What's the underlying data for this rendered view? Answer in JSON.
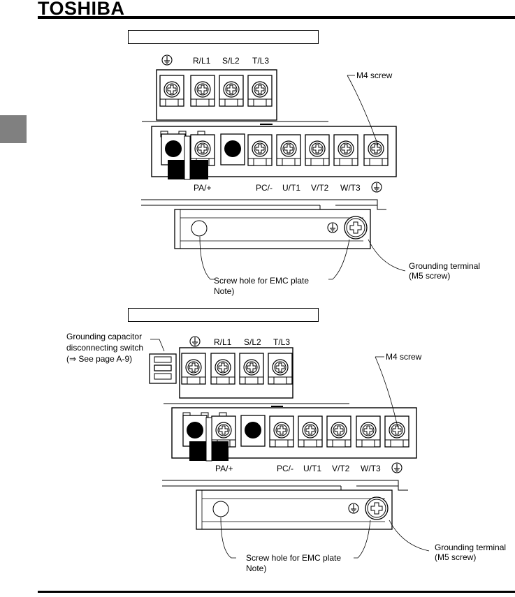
{
  "header": {
    "brand": "TOSHIBA"
  },
  "diagrams": [
    {
      "title": "",
      "input_terminal_labels": [
        "R/L1",
        "S/L2",
        "T/L3"
      ],
      "output_terminal_labels": [
        "PA/+",
        "PC/-",
        "U/T1",
        "V/T2",
        "W/T3"
      ],
      "m4_label": "M4 screw",
      "screw_hole_label": [
        "Screw hole for EMC plate",
        "Note)"
      ],
      "grounding_label": [
        "Grounding terminal",
        "(M5 screw)"
      ]
    },
    {
      "title": "",
      "switch_label": [
        "Grounding capacitor",
        "disconnecting switch",
        "(⇒ See page A-9)"
      ],
      "input_terminal_labels": [
        "R/L1",
        "S/L2",
        "T/L3"
      ],
      "output_terminal_labels": [
        "PA/+",
        "PC/-",
        "U/T1",
        "V/T2",
        "W/T3"
      ],
      "m4_label": "M4 screw",
      "screw_hole_label": [
        "Screw hole for EMC plate",
        "Note)"
      ],
      "grounding_label": [
        "Grounding terminal",
        "(M5 screw)"
      ]
    }
  ]
}
